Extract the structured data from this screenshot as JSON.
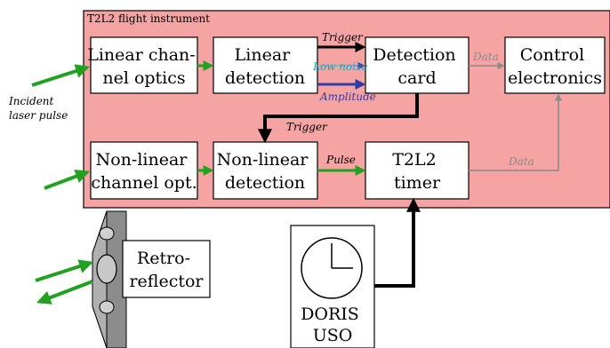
{
  "instrument": {
    "label": "T2L2 flight instrument",
    "fill": "#f5a3a3",
    "border": "#000000"
  },
  "incident_label": [
    "Incident",
    "laser pulse"
  ],
  "boxes": {
    "linear_optics": [
      "Linear chan-",
      "nel optics"
    ],
    "linear_detection": [
      "Linear",
      "detection"
    ],
    "detection_card": [
      "Detection",
      "card"
    ],
    "control_electronics": [
      "Control",
      "electronics"
    ],
    "nonlinear_optics": [
      "Non-linear",
      "channel opt."
    ],
    "nonlinear_detection": [
      "Non-linear",
      "detection"
    ],
    "t2l2_timer": [
      "T2L2",
      "timer"
    ],
    "retroreflector": [
      "Retro-",
      "reflector"
    ],
    "doris_uso": [
      "DORIS",
      "USO"
    ]
  },
  "signals": {
    "trigger_top": "Trigger",
    "low_noise": "Low noise",
    "amplitude": "Amplitude",
    "data_top": "Data",
    "trigger_mid": "Trigger",
    "pulse": "Pulse",
    "data_bottom": "Data"
  },
  "colors": {
    "green_arrow": "#22a022",
    "blue_arrow": "#2e3ea6",
    "gray_arrow": "#8a8a8a",
    "black_arrow": "#000000",
    "low_noise_text": "#2aa0b8",
    "amplitude_text": "#3a3aa0",
    "pulse_text": "#000000"
  }
}
